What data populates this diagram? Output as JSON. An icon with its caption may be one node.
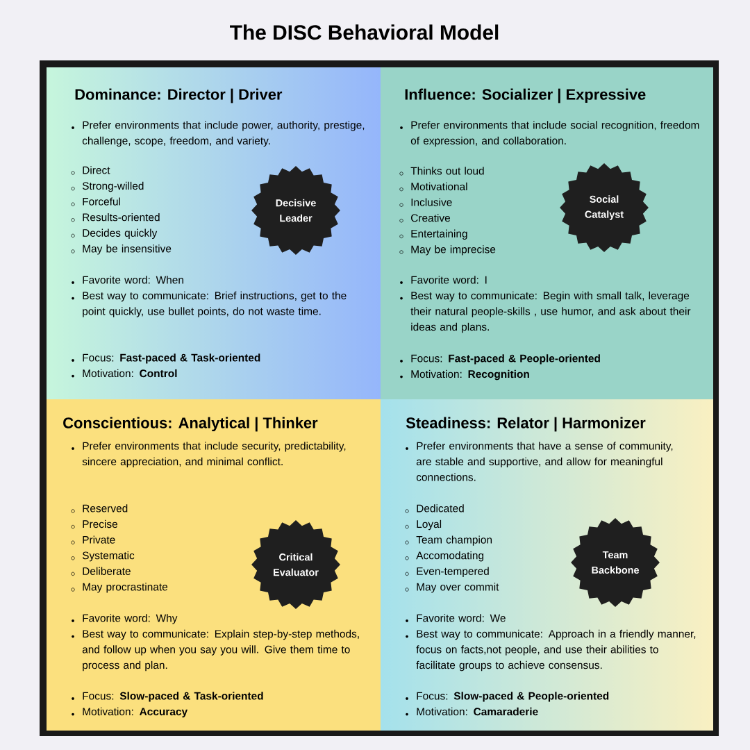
{
  "diagram": {
    "title": "The DISC Behavioral Model",
    "nodes": [
      {
        "text": [
          "Dominance: Director | Driver",
          "Prefer environments that include power, authority, prestige, challenge, scope, freedom, and variety.",
          "Direct",
          "Strong-willed",
          "Forceful",
          "Results-oriented",
          "Decides quickly",
          "May be insensitive",
          "Favorite word: When",
          "Best way to communicate: Brief instructions, get to the point quickly, use bullet points, do not waste time.",
          "Focus: **Fast-paced & Task-oriented**",
          "Motivation: **Control**"
        ]
      },
      {
        "text": [
          "Decisive Leader"
        ],
        "in": 0
      },
      {
        "text": [
          "Influence: Socializer | Expressive",
          "Prefer environments that include social recognition, freedom of expression, and collaboration.",
          "Thinks out loud",
          "Motivational",
          "Inclusive",
          "Creative",
          "Entertaining",
          "May be imprecise",
          "Favorite word: I",
          "Best way to communicate: Begin with small talk, leverage their natural people-skills , use humor, and ask about their ideas and plans.",
          "Focus: **Fast-paced & People-oriented**",
          "Motivation: **Recognition**"
        ]
      },
      {
        "text": [
          "Social Catalyst"
        ],
        "in": 2
      },
      {
        "text": [
          "Conscientious: Analytical | Thinker",
          "Prefer environments that include security, predictability, sincere appreciation, and minimal conflict.",
          "Reserved",
          "Precise",
          "Private",
          "Systematic",
          "Deliberate",
          "May procrastinate",
          "Favorite word: Why",
          "Best way to communicate: Explain step-by-step methods, and follow up when you say you will. Give them time to process and plan.",
          "Focus: **Slow-paced & Task-oriented**",
          "Motivation: **Accuracy**"
        ]
      },
      {
        "text": [
          "Critical Evaluator"
        ],
        "in": 4
      },
      {
        "text": [
          "Steadiness: Relator | Harmonizer",
          "Prefer environments that have a sense of community, are stable and supportive, and allow for meaningful connections.",
          "Dedicated",
          "Loyal",
          "Team champion",
          "Accomodating",
          "Even-tempered",
          "May over commit",
          "Favorite word: We",
          "Best way to communicate: Approach in a friendly manner, focus on facts,not people, and use their abilities to facilitate groups to achieve consensus.",
          "Focus: **Slow-paced & People-oriented**",
          "Motivation: **Camaraderie**"
        ]
      },
      {
        "text": [
          "Team Backbone"
        ],
        "in": 6
      }
    ]
  }
}
